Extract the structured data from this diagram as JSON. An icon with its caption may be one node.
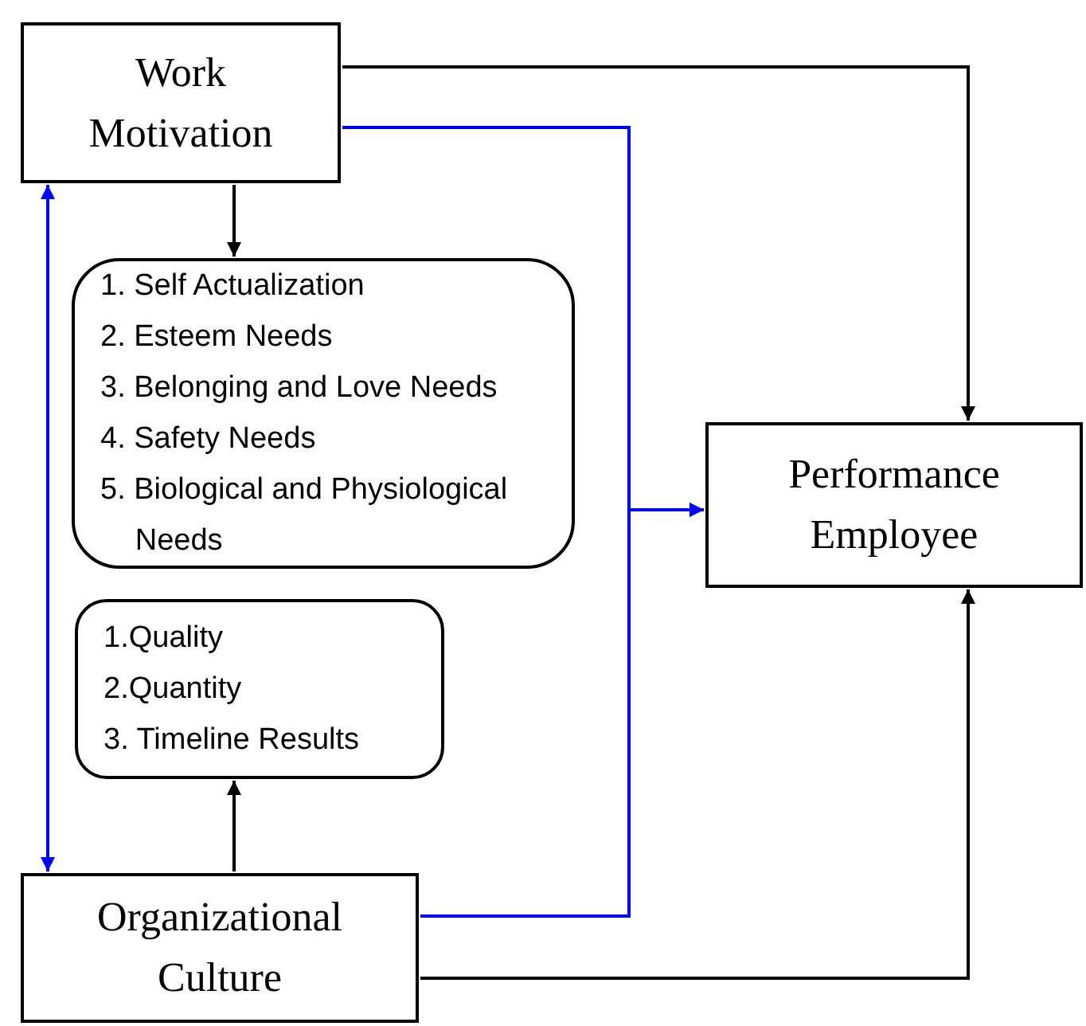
{
  "diagram": {
    "nodes": [
      {
        "text": [
          "Work Motivation"
        ]
      },
      {
        "text": [
          "1. Self Actualization",
          "2. Esteem Needs",
          "3. Belonging and Love Needs",
          "4. Safety Needs",
          "5. Biological and Physiological Needs"
        ]
      },
      {
        "text": [
          "Performance Employee"
        ]
      },
      {
        "text": [
          "1.Quality",
          "2.Quantity",
          "3. Timeline Results"
        ]
      },
      {
        "text": [
          "Organizational Culture"
        ]
      }
    ],
    "edges": [
      {
        "from": 0,
        "to": 2,
        "arrow": "to"
      },
      {
        "from": 0,
        "to": 2,
        "arrow": "to",
        "color": "#0000ff"
      },
      {
        "from": 0,
        "to": 1,
        "arrow": "to"
      },
      {
        "from": 0,
        "to": 4,
        "arrow": "both",
        "color": "#0000ff"
      },
      {
        "from": 4,
        "to": 3,
        "arrow": "to"
      },
      {
        "from": 4,
        "to": 2,
        "arrow": "to",
        "color": "#0000ff"
      },
      {
        "from": 4,
        "to": 2,
        "arrow": "to"
      }
    ]
  }
}
